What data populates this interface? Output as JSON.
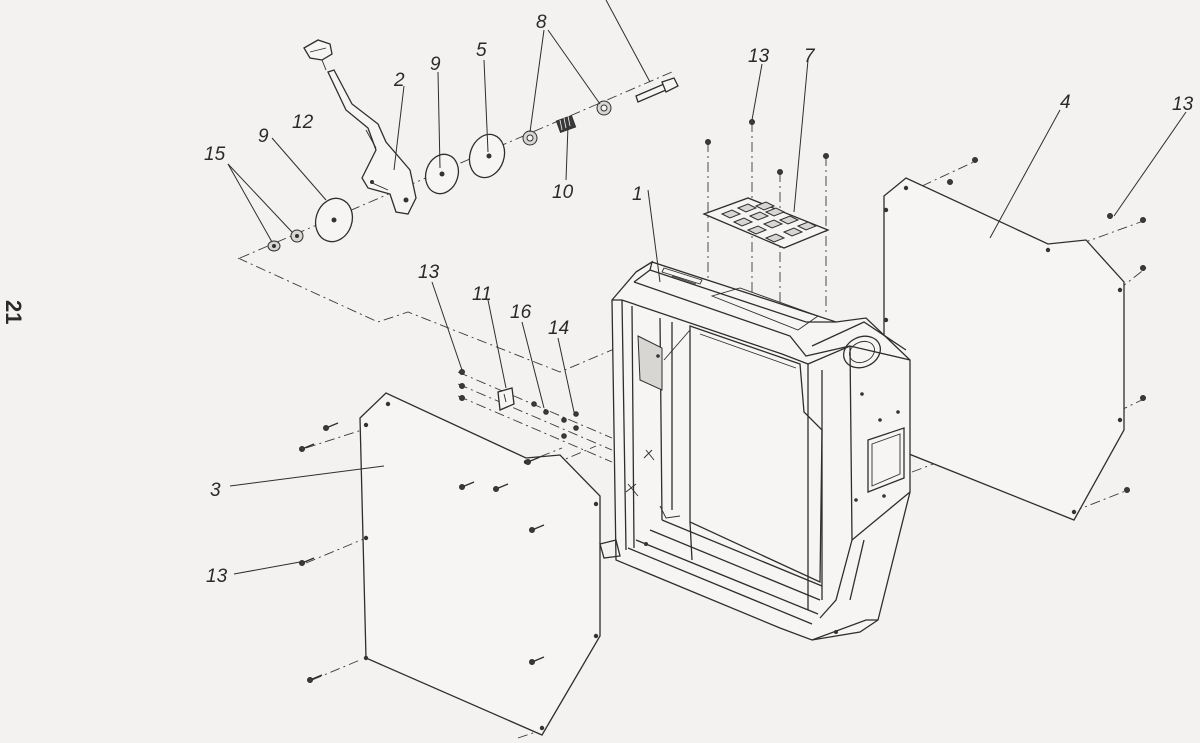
{
  "page_number": "21",
  "labels": {
    "l1": "1",
    "l2": "2",
    "l3": "3",
    "l4": "4",
    "l5": "5",
    "l7": "7",
    "l8": "8",
    "l9a": "9",
    "l9b": "9",
    "l10": "10",
    "l11": "11",
    "l12": "12",
    "l13a": "13",
    "l13b": "13",
    "l13c": "13",
    "l13d": "13",
    "l14": "14",
    "l15": "15",
    "l16": "16"
  }
}
